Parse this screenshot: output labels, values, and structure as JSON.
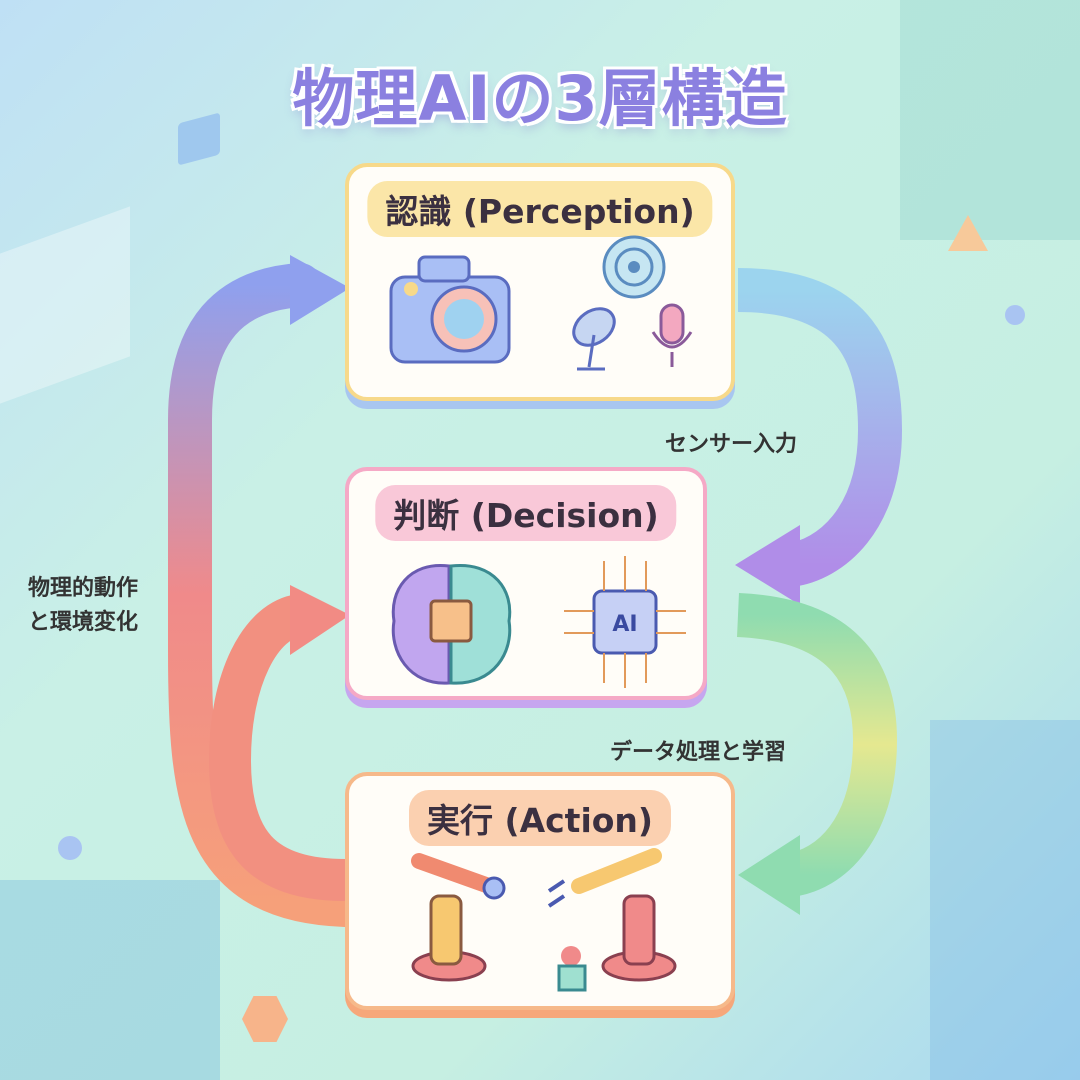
{
  "title": "物理AIの3層構造",
  "layers": [
    {
      "label": "認識 (Perception)",
      "icons": [
        "camera-icon",
        "radar-icon",
        "satellite-dish-icon",
        "microphone-icon"
      ],
      "color": "#f7d98a"
    },
    {
      "label": "判断 (Decision)",
      "icons": [
        "brain-icon",
        "ai-chip-icon"
      ],
      "chip_text": "AI",
      "color": "#f5a9c6"
    },
    {
      "label": "実行 (Action)",
      "icons": [
        "robot-arm-icon",
        "robot-arm-icon"
      ],
      "color": "#f6b98a"
    }
  ],
  "flows": {
    "perception_to_decision": "センサー入力",
    "decision_to_action": "データ処理と学習",
    "action_to_perception": [
      "物理的動作",
      "と環境変化"
    ]
  }
}
